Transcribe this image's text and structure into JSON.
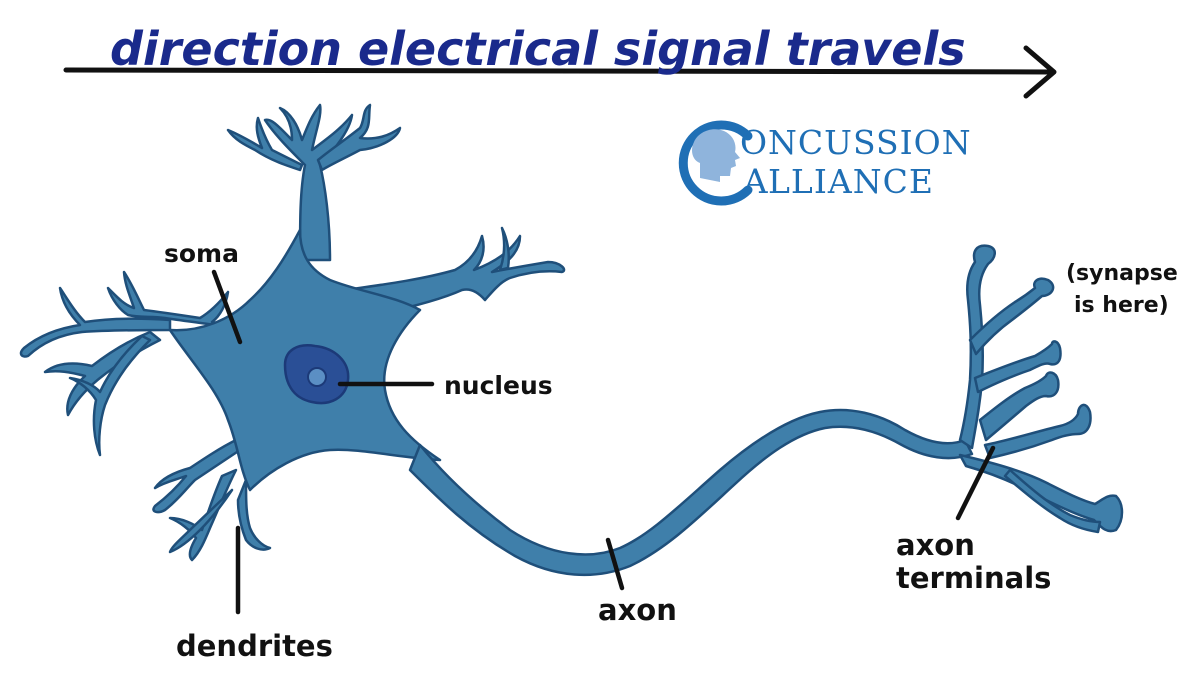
{
  "title": {
    "text": "direction electrical signal travels",
    "color": "#1a2a8c"
  },
  "logo": {
    "line1": "ONCUSSION",
    "line2": "LLIANCE",
    "initial1": "C",
    "initial2": "A",
    "color": "#1f6fb5"
  },
  "labels": {
    "soma": "soma",
    "nucleus": "nucleus",
    "dendrites": "dendrites",
    "axon": "axon",
    "axon_terminals_1": "axon",
    "axon_terminals_2": "terminals",
    "synapse_1": "(synapse",
    "synapse_2": "is here)"
  },
  "colors": {
    "neuron_fill": "#3f7faa",
    "neuron_stroke": "#1f4f7a",
    "nucleus_fill": "#2a4f96",
    "nucleus_inner": "#5b8fc4",
    "arrow": "#111111",
    "leader": "#111111"
  }
}
